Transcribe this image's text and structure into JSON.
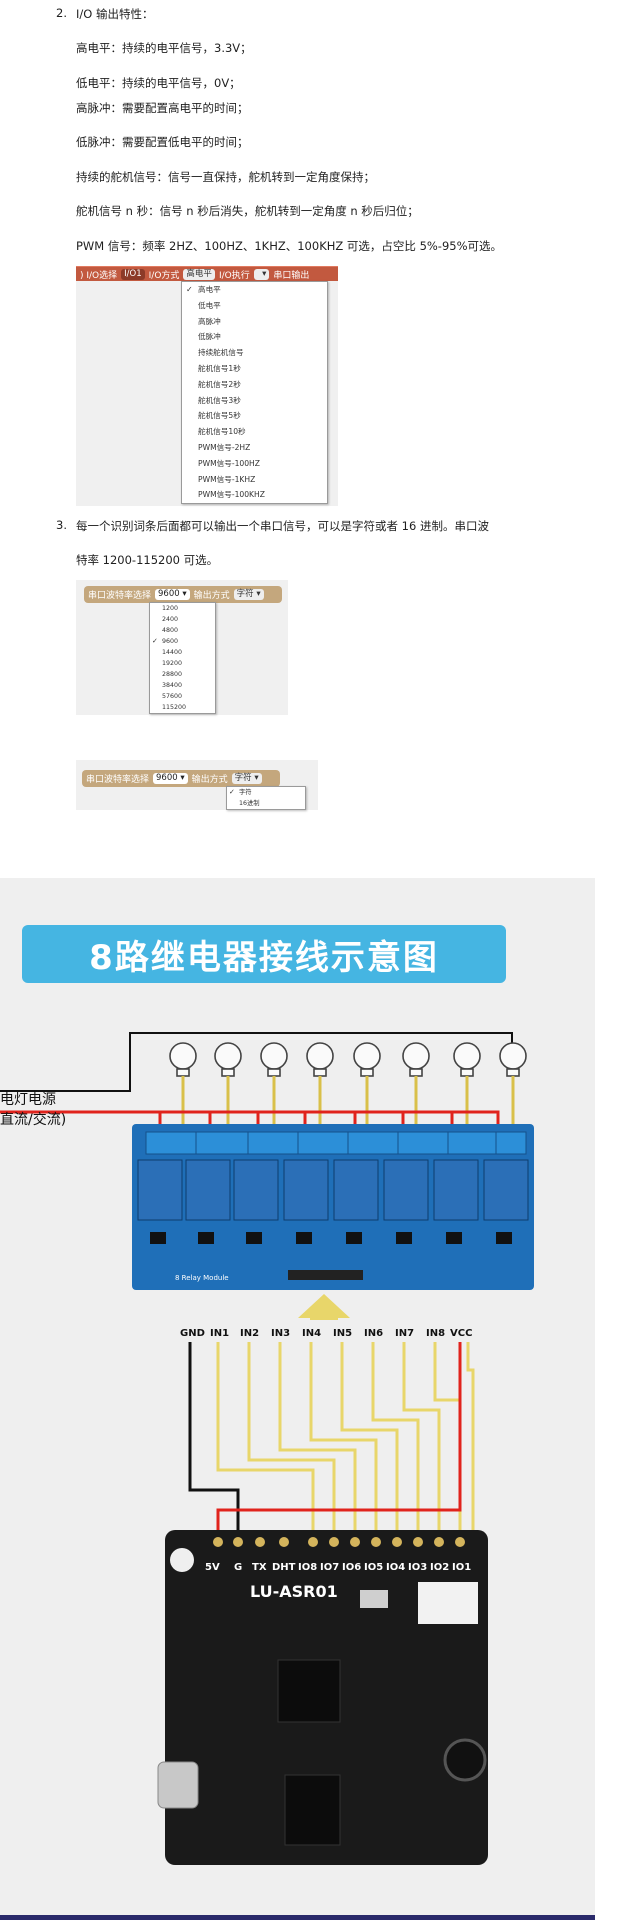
{
  "section2": {
    "number": "2.",
    "title": "I/O 输出特性：",
    "lines": [
      "高电平：持续的电平信号，3.3V；",
      "低电平：持续的电平信号，0V；",
      "高脉冲：需要配置高电平的时间；",
      "低脉冲：需要配置低电平的时间；",
      "持续的舵机信号：信号一直保持，舵机转到一定角度保持；",
      "舵机信号 n 秒：信号 n 秒后消失，舵机转到一定角度 n 秒后归位；",
      "PWM 信号：频率 2HZ、100HZ、1KHZ、100KHZ 可选，占空比 5%-95%可选。"
    ]
  },
  "io_block": {
    "left_frag": ") I/O选择",
    "io_value": "I/O1",
    "mode_label": "I/O方式",
    "mode_value": "高电平",
    "exec_label": "I/O执行",
    "exec_value": "",
    "serial_frag": "串口输出",
    "menu_items": [
      "高电平",
      "低电平",
      "高脉冲",
      "低脉冲",
      "持续舵机信号",
      "舵机信号1秒",
      "舵机信号2秒",
      "舵机信号3秒",
      "舵机信号5秒",
      "舵机信号10秒",
      "PWM信号-2HZ",
      "PWM信号-100HZ",
      "PWM信号-1KHZ",
      "PWM信号-100KHZ"
    ],
    "checkmark": "✓"
  },
  "section3": {
    "number": "3.",
    "line1": "每一个识别词条后面都可以输出一个串口信号，可以是字符或者 16 进制。串口波",
    "line2": "特率 1200-115200 可选。"
  },
  "baud_block": {
    "baud_label": "串口波特率选择",
    "baud_value": "9600",
    "out_label": "输出方式",
    "out_value": "字符",
    "baud_options": [
      "1200",
      "2400",
      "4800",
      "9600",
      "14400",
      "19200",
      "28800",
      "38400",
      "57600",
      "115200"
    ],
    "checkmark": "✓"
  },
  "format_block": {
    "baud_label": "串口波特率选择",
    "baud_value": "9600",
    "out_label": "输出方式",
    "out_value": "字符",
    "format_options": [
      "字符",
      "16进制"
    ],
    "checkmark": "✓"
  },
  "diagram": {
    "banner": "8路继电器接线示意图",
    "power_label_1": "电灯电源",
    "power_label_2": "直流/交流)",
    "relay_module_label": "8 Relay Module",
    "pins_top": [
      "GND",
      "IN1",
      "IN2",
      "IN3",
      "IN4",
      "IN5",
      "IN6",
      "IN7",
      "IN8",
      "VCC"
    ],
    "board_name": "LU-ASR01",
    "board_pins": [
      "5V",
      "G",
      "TX",
      "DHT",
      "IO8",
      "IO7",
      "IO6",
      "IO5",
      "IO4",
      "IO3",
      "IO2",
      "IO1"
    ],
    "colors": {
      "banner": "#45b5e2",
      "relay_board": "#1f6fb8",
      "relay": "#2b6fb7",
      "wire_red": "#e0231c",
      "wire_yellow": "#e8d66a",
      "wire_black": "#111111",
      "pcb": "#1a1a1a"
    }
  }
}
